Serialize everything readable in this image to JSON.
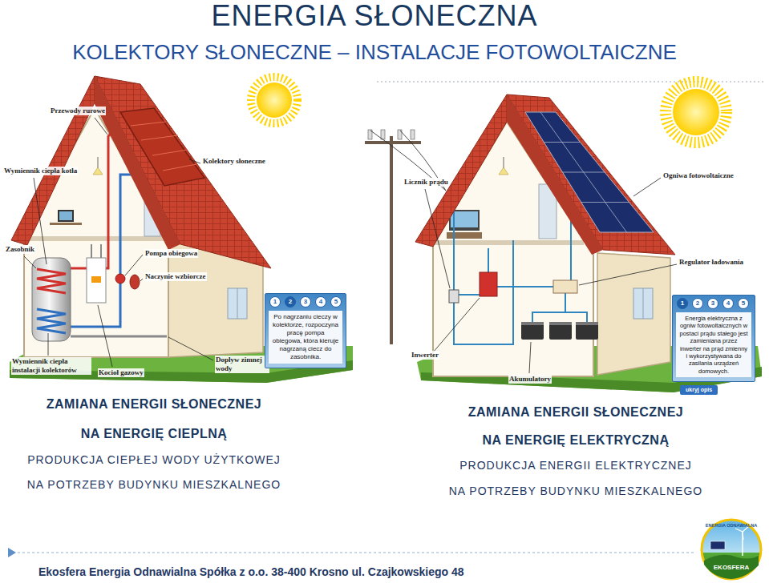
{
  "diagram": {
    "title": "ENERGIA SŁONECZNA",
    "nodes": [
      {
        "text": [
          "Po nagrzaniu cieczy w kolektorze, rozpoczyna pracę pompa obiegowa, która kieruje nagrzaną ciecz do zasobnika."
        ]
      },
      {
        "text": [
          "1"
        ],
        "in": 0
      },
      {
        "text": [
          "2"
        ],
        "in": 0
      },
      {
        "text": [
          "3"
        ],
        "in": 0
      },
      {
        "text": [
          "4"
        ],
        "in": 0
      },
      {
        "text": [
          "5"
        ],
        "in": 0
      },
      {
        "text": [
          "Energia elektryczna z ogniw fotowoltaicznych w postaci prądu stałego jest zamieniana przez inwerter na prąd zmienny i wykorzystywana do zasilania urządzeń domowych."
        ]
      },
      {
        "text": [
          "1"
        ],
        "in": 6
      },
      {
        "text": [
          "2"
        ],
        "in": 6
      },
      {
        "text": [
          "3"
        ],
        "in": 6
      },
      {
        "text": [
          "4"
        ],
        "in": 6
      },
      {
        "text": [
          "5"
        ],
        "in": 6
      },
      {
        "text": [
          "ukryj opis"
        ]
      }
    ],
    "labels": [
      "KOLEKTORY SŁONECZNE – INSTALACJE FOTOWOLTAICZNE",
      "Przewody rurowe",
      "Kolektory słoneczne",
      "Wymiennik ciepła kotła",
      "Zasobnik",
      "Pompa obiegowa",
      "Naczynie wzbiorcze",
      "Wymiennik ciepła instalacji kolektorów",
      "Kocioł gazowy",
      "Dopływ zimnej wody",
      "Licznik prądu",
      "Ogniwa fotowoltaiczne",
      "Regulator ładowania",
      "Inwerter",
      "Akumulatory",
      "ZAMIANA ENERGII SŁONECZNEJ",
      "NA ENERGIĘ CIEPLNĄ",
      "PRODUKCJA CIEPŁEJ WODY UŻYTKOWEJ",
      "NA POTRZEBY BUDYNKU MIESZKALNEGO",
      "ZAMIANA ENERGII SŁONECZNEJ",
      "NA ENERGIĘ ELEKTRYCZNĄ",
      "PRODUKCJA ENERGII ELEKTRYCZNEJ",
      "NA POTRZEBY BUDYNKU MIESZKALNEGO",
      "ENERGIA ODNAWIALNA",
      "EKOSFERA",
      "Ekosfera Energia Odnawialna Spółka z o.o. 38-400 Krosno ul. Czajkowskiego 48"
    ]
  }
}
